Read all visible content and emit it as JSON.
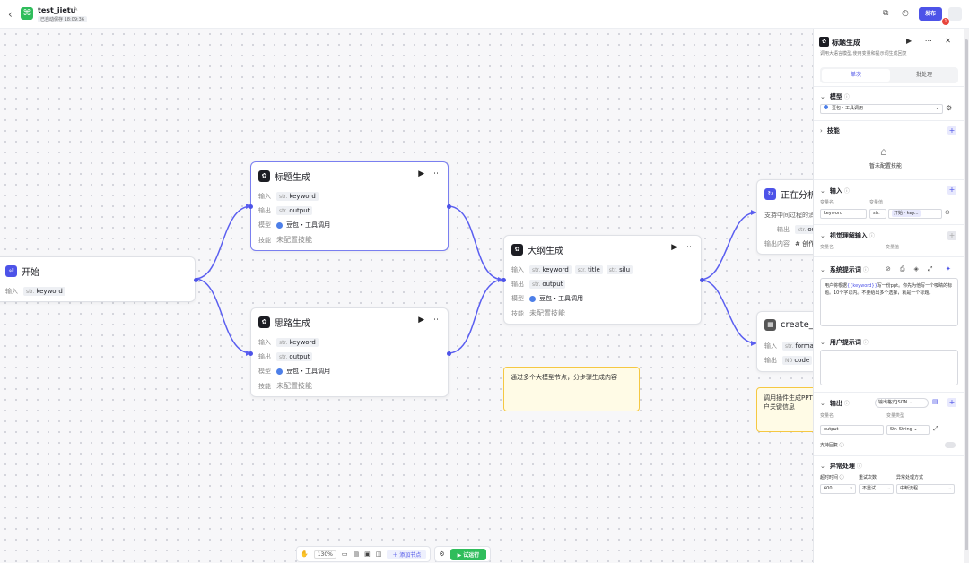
{
  "topbar": {
    "back_icon": "chevron-left-icon",
    "project_name": "test_jietu",
    "saved_text": "已自动保存 18:09:36",
    "publish_label": "发布",
    "notification_count": "1"
  },
  "nodes": {
    "start": {
      "title": "开始",
      "input_label": "输入",
      "input_type": "str.",
      "input_var": "keyword"
    },
    "title_gen": {
      "title": "标题生成",
      "in_label": "输入",
      "in_type": "str.",
      "in_var": "keyword",
      "out_label": "输出",
      "out_type": "str.",
      "out_var": "output",
      "model_label": "模型",
      "model_value": "豆包・工具调用",
      "skill_label": "技能",
      "skill_value": "未配置技能"
    },
    "idea_gen": {
      "title": "思路生成",
      "in_label": "输入",
      "in_type": "str.",
      "in_var": "keyword",
      "out_label": "输出",
      "out_type": "str.",
      "out_var": "output",
      "model_label": "模型",
      "model_value": "豆包・工具调用",
      "skill_label": "技能",
      "skill_value": "未配置技能"
    },
    "outline_gen": {
      "title": "大纲生成",
      "in_label": "输入",
      "in_type": "str.",
      "in_vars": [
        "keyword",
        "title",
        "silu"
      ],
      "out_label": "输出",
      "out_type": "str.",
      "out_var": "output",
      "model_label": "模型",
      "model_value": "豆包・工具调用",
      "skill_label": "技能",
      "skill_value": "未配置技能"
    },
    "analyzing": {
      "title": "正在分析",
      "desc": "支持中间过程的消",
      "out_label": "输出",
      "out_type": "str.",
      "out_var": "ou",
      "content_label": "输出内容",
      "content_value": "# 创作"
    },
    "create": {
      "title": "create_",
      "in_label": "输入",
      "in_type": "str.",
      "in_var": "format",
      "out_label": "输出",
      "out_type": "N0",
      "out_var": "code"
    }
  },
  "notes": {
    "note1": "通过多个大模型节点，分步骤生成内容",
    "note2": "调用插件生成PPT 用户关键信息"
  },
  "bottombar": {
    "zoom": "130%",
    "add_node_label": "添加节点",
    "run_label": "试运行"
  },
  "panel": {
    "title": "标题生成",
    "desc": "调用大语言模型,使用变量和提示词生成回复",
    "tab_single": "单次",
    "tab_batch": "批处理",
    "model_section": "模型",
    "model_value": "豆包・工具调用",
    "skill_section": "技能",
    "skill_empty": "暂未配置技能",
    "input_section": "输入",
    "var_name_label": "变量名",
    "var_value_label": "变量值",
    "input_var": "keyword",
    "input_type": "str.",
    "input_ref": "开始 · key...",
    "vision_section": "视觉理解输入",
    "sys_prompt_section": "系统提示词",
    "sys_prompt_pre": "用户将根据",
    "sys_prompt_var": "{{keyword}}",
    "sys_prompt_post": "写一份ppt。你先为他写一个吸睛的标题。10个字以内。不要给出多个选择，就是一个标题。",
    "user_prompt_section": "用户提示词",
    "output_section": "输出",
    "output_format": "输出格式JSON",
    "var_type_label": "变量类型",
    "output_var": "output",
    "output_type": "Str. String",
    "reply_label": "支持回复",
    "exception_section": "异常处理",
    "timeout_label": "超时时间",
    "retry_label": "重试次数",
    "method_label": "异常处理方式",
    "timeout_value": "600",
    "timeout_unit": "s",
    "retry_value": "不重试",
    "method_value": "中断流程"
  },
  "colors": {
    "accent": "#4d53e8",
    "run": "#2fbd5b",
    "edge": "#5b5ff0",
    "note_bg": "#fffbe6",
    "note_border": "#f5c842"
  }
}
